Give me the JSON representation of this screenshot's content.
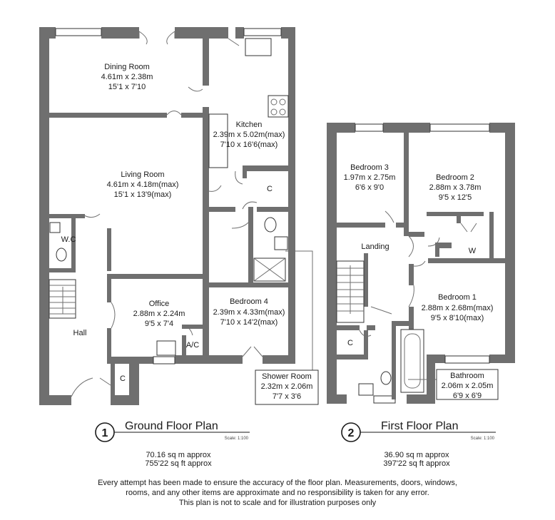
{
  "ground_floor": {
    "rooms": {
      "dining": {
        "name": "Dining Room",
        "metric": "4.61m x 2.38m",
        "imperial": "15'1 x 7'10"
      },
      "kitchen": {
        "name": "Kitchen",
        "metric": "2.39m x 5.02m(max)",
        "imperial": "7'10 x 16'6(max)"
      },
      "living": {
        "name": "Living Room",
        "metric": "4.61m x 4.18m(max)",
        "imperial": "15'1 x 13'9(max)"
      },
      "wc": {
        "name": "W.C"
      },
      "hall": {
        "name": "Hall"
      },
      "office": {
        "name": "Office",
        "metric": "2.88m x 2.24m",
        "imperial": "9'5 x 7'4"
      },
      "ac": {
        "name": "A/C"
      },
      "bedroom4": {
        "name": "Bedroom 4",
        "metric": "2.39m x 4.33m(max)",
        "imperial": "7'10 x 14'2(max)"
      },
      "cupboard_kitchen": {
        "name": "C"
      },
      "cupboard_hall": {
        "name": "C"
      },
      "shower": {
        "name": "Shower Room",
        "metric": "2.32m x 2.06m",
        "imperial": "7'7 x 3'6"
      }
    },
    "plan_number": "1",
    "title": "Ground Floor Plan",
    "scale": "Scale: 1:100",
    "area_metric": "70.16 sq m approx",
    "area_imperial": "755'22 sq ft approx"
  },
  "first_floor": {
    "rooms": {
      "bedroom3": {
        "name": "Bedroom 3",
        "metric": "1.97m x 2.75m",
        "imperial": "6'6 x 9'0"
      },
      "bedroom2": {
        "name": "Bedroom 2",
        "metric": "2.88m x 3.78m",
        "imperial": "9'5 x 12'5"
      },
      "landing": {
        "name": "Landing"
      },
      "wardrobe": {
        "name": "W"
      },
      "bedroom1": {
        "name": "Bedroom 1",
        "metric": "2.88m x 2.68m(max)",
        "imperial": "9'5 x 8'10(max)"
      },
      "cupboard": {
        "name": "C"
      },
      "bathroom": {
        "name": "Bathroom",
        "metric": "2.06m x 2.05m",
        "imperial": "6'9 x 6'9"
      }
    },
    "plan_number": "2",
    "title": "First Floor Plan",
    "scale": "Scale: 1:100",
    "area_metric": "36.90 sq m approx",
    "area_imperial": "397'22 sq ft approx"
  },
  "disclaimer": {
    "line1": "Every attempt has been made to ensure the accuracy of the floor plan. Measurements, doors, windows,",
    "line2": "rooms, and any other items are approximate and no responsibility is taken for any error.",
    "line3": "This plan is not to scale and for illustration purposes only"
  },
  "colors": {
    "wall": "#6f6f6f",
    "text": "#1a1a1a"
  }
}
